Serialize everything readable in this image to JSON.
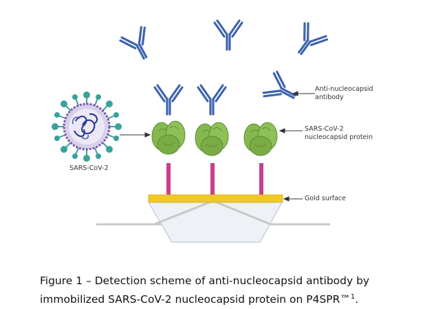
{
  "labels": {
    "virus": "SARS-CoV-2",
    "antibody_line1": "Anti-nucleocapsid",
    "antibody_line2": "antibody",
    "protein_line1": "SARS-CoV-2",
    "protein_line2": "nucleocapsid protein",
    "surface": "Gold surface"
  },
  "caption": {
    "line1": "Figure 1 – Detection scheme of anti-nucleocapsid antibody by",
    "line2": "immobilized SARS-CoV-2 nucleocapsid protein on P4SPR™",
    "superscript": "1",
    "end": "."
  },
  "colors": {
    "antibody": "#3f64ad",
    "protein": "#7fb24a",
    "linker": "#c93e8f",
    "gold": "#efc92a",
    "prism": "#eef1f6",
    "virus_spike": "#3aa29a",
    "virus_body": "#d7d0ea"
  }
}
